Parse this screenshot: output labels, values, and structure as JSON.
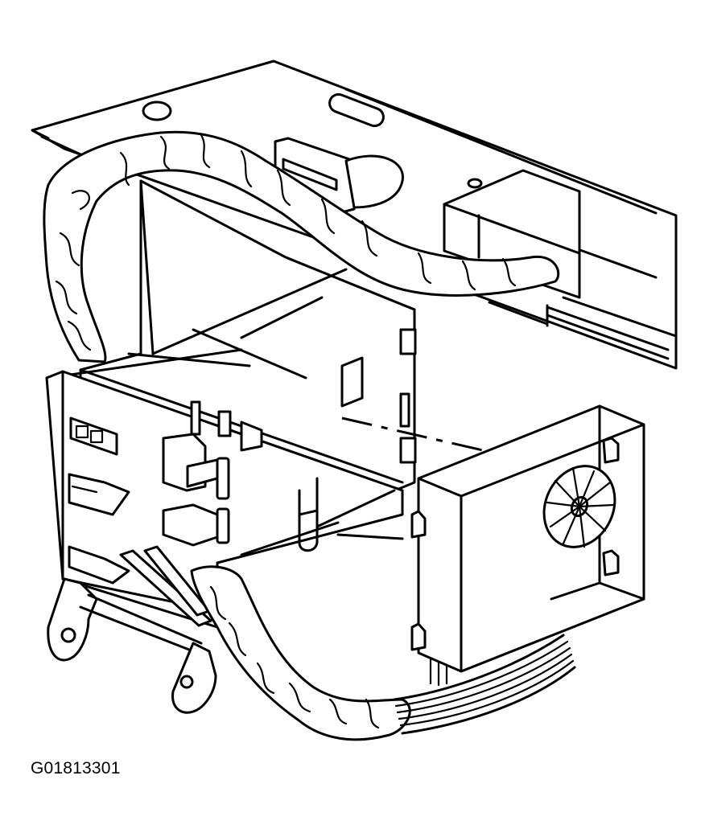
{
  "figure": {
    "id_label": "G01813301",
    "style": "black line art on white",
    "colors": {
      "line": "#000000",
      "background": "#ffffff"
    },
    "components": [
      "mounting-plate",
      "wiring-harness",
      "module-bracket",
      "electronic-module",
      "circular-connector",
      "relay-connectors",
      "mounting-tabs",
      "ribbon-wires"
    ]
  }
}
